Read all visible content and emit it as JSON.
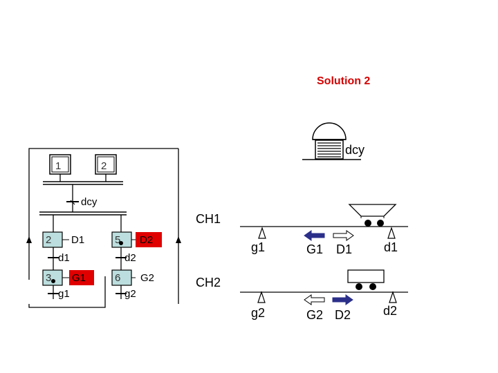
{
  "title": "Solution 2",
  "colors": {
    "title": "#d40000",
    "active_step": "#e00000",
    "step_box": "#bcdede",
    "arrow_filled": "#2b2f8a",
    "line": "#000000"
  },
  "button_label": "dcy",
  "grafcet": {
    "initial_steps": [
      "1",
      "2"
    ],
    "sync_transition": "dcy",
    "branches": [
      {
        "step": "2",
        "action": "D1",
        "action_active": false,
        "transition": "d1",
        "next_step": "3",
        "next_action": "G1",
        "next_action_active": true,
        "next_transition": "g1"
      },
      {
        "step": "5",
        "action": "D2",
        "action_active": true,
        "transition": "d2",
        "next_step": "6",
        "next_action": "G2",
        "next_action_active": false,
        "next_transition": "g2"
      }
    ]
  },
  "carts": [
    {
      "label": "CH1",
      "left_sensor": "g1",
      "right_sensor": "d1",
      "left_arrow": "G1",
      "right_arrow": "D1",
      "active": "G1"
    },
    {
      "label": "CH2",
      "left_sensor": "g2",
      "right_sensor": "d2",
      "left_arrow": "G2",
      "right_arrow": "D2",
      "active": "D2"
    }
  ]
}
